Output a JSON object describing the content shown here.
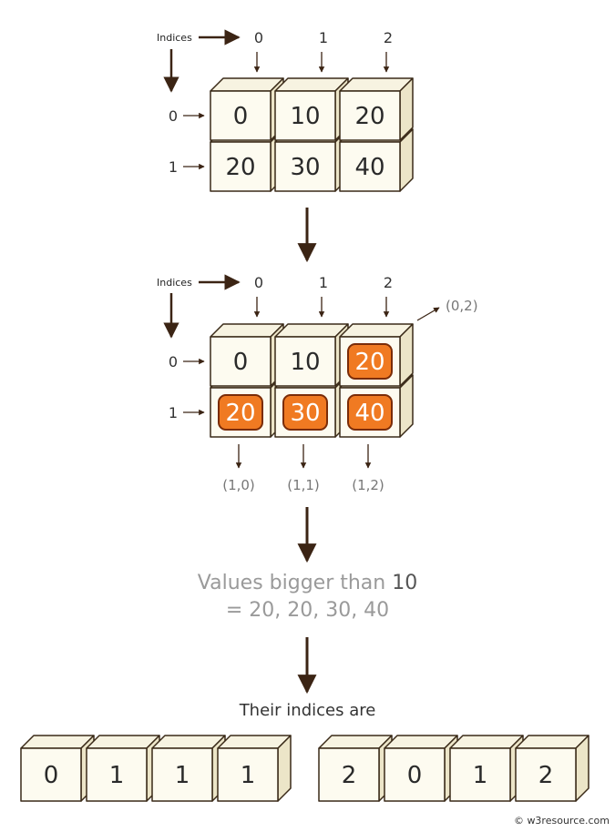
{
  "matrix_top": {
    "indices_label": "Indices",
    "col_indices": [
      "0",
      "1",
      "2"
    ],
    "row_indices": [
      "0",
      "1"
    ],
    "cells": [
      [
        "0",
        "10",
        "20"
      ],
      [
        "20",
        "30",
        "40"
      ]
    ]
  },
  "matrix_mid": {
    "indices_label": "Indices",
    "col_indices": [
      "0",
      "1",
      "2"
    ],
    "row_indices": [
      "0",
      "1"
    ],
    "cells": [
      [
        "0",
        "10",
        "20"
      ],
      [
        "20",
        "30",
        "40"
      ]
    ],
    "highlighted": [
      [
        false,
        false,
        true
      ],
      [
        true,
        true,
        true
      ]
    ],
    "coord_labels": {
      "top_right": "(0,2)",
      "bottom": [
        "(1,0)",
        "(1,1)",
        "(1,2)"
      ]
    }
  },
  "caption": {
    "line1_prefix": "Values bigger than ",
    "line1_value": "10",
    "line2": "= 20, 20, 30, 40"
  },
  "indices_heading": "Their indices are",
  "result_rows": [
    "0",
    "1",
    "1",
    "1"
  ],
  "result_cols": [
    "2",
    "0",
    "1",
    "2"
  ],
  "footer": {
    "copyright_symbol": "©",
    "site": "w3resource.com"
  },
  "colors": {
    "cube_face": "#fdfbf0",
    "cube_top": "#f7f3e1",
    "cube_side": "#ece5c8",
    "cube_edge": "#3a2a18",
    "arrow": "#3b2414",
    "highlight": "#f07a22",
    "highlight_border": "#7a2c08",
    "coord_text": "#777777"
  }
}
